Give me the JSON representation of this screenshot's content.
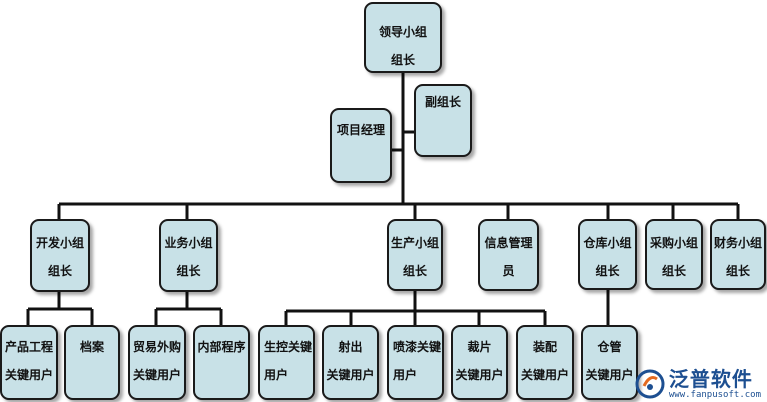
{
  "diagram": {
    "leader": {
      "line1": "领导小组",
      "line2": "组长"
    },
    "project_manager": {
      "line1": "项目经理"
    },
    "deputy_leader": {
      "line1": "副组长"
    },
    "groups": [
      {
        "line1": "开发小组",
        "line2": "组长"
      },
      {
        "line1": "业务小组",
        "line2": "组长"
      },
      {
        "line1": "生产小组",
        "line2": "组长"
      },
      {
        "line1": "信息管理",
        "line2": "员"
      },
      {
        "line1": "仓库小组",
        "line2": "组长"
      },
      {
        "line1": "采购小组",
        "line2": "组长"
      },
      {
        "line1": "财务小组",
        "line2": "组长"
      }
    ],
    "users": [
      {
        "line1": "产品工程",
        "line2": "关键用户"
      },
      {
        "line1": "档案",
        "line2": ""
      },
      {
        "line1": "贸易外购",
        "line2": "关键用户"
      },
      {
        "line1": "内部程序",
        "line2": ""
      },
      {
        "line1": "生控关键",
        "line2": "用户"
      },
      {
        "line1": "射出",
        "line2": "关键用户"
      },
      {
        "line1": "喷漆关键",
        "line2": "用户"
      },
      {
        "line1": "裁片",
        "line2": "关键用户"
      },
      {
        "line1": "装配",
        "line2": "关键用户"
      },
      {
        "line1": "仓管",
        "line2": "关键用户"
      }
    ]
  },
  "watermark": {
    "brand": "泛普软件",
    "url": "www.fanpusoft.com"
  },
  "colors": {
    "box_fill": "#c8e1e7",
    "border": "#1a1a1a",
    "brand": "#1d4f91"
  },
  "icons": {
    "logo": "fanpu-logo-icon"
  }
}
